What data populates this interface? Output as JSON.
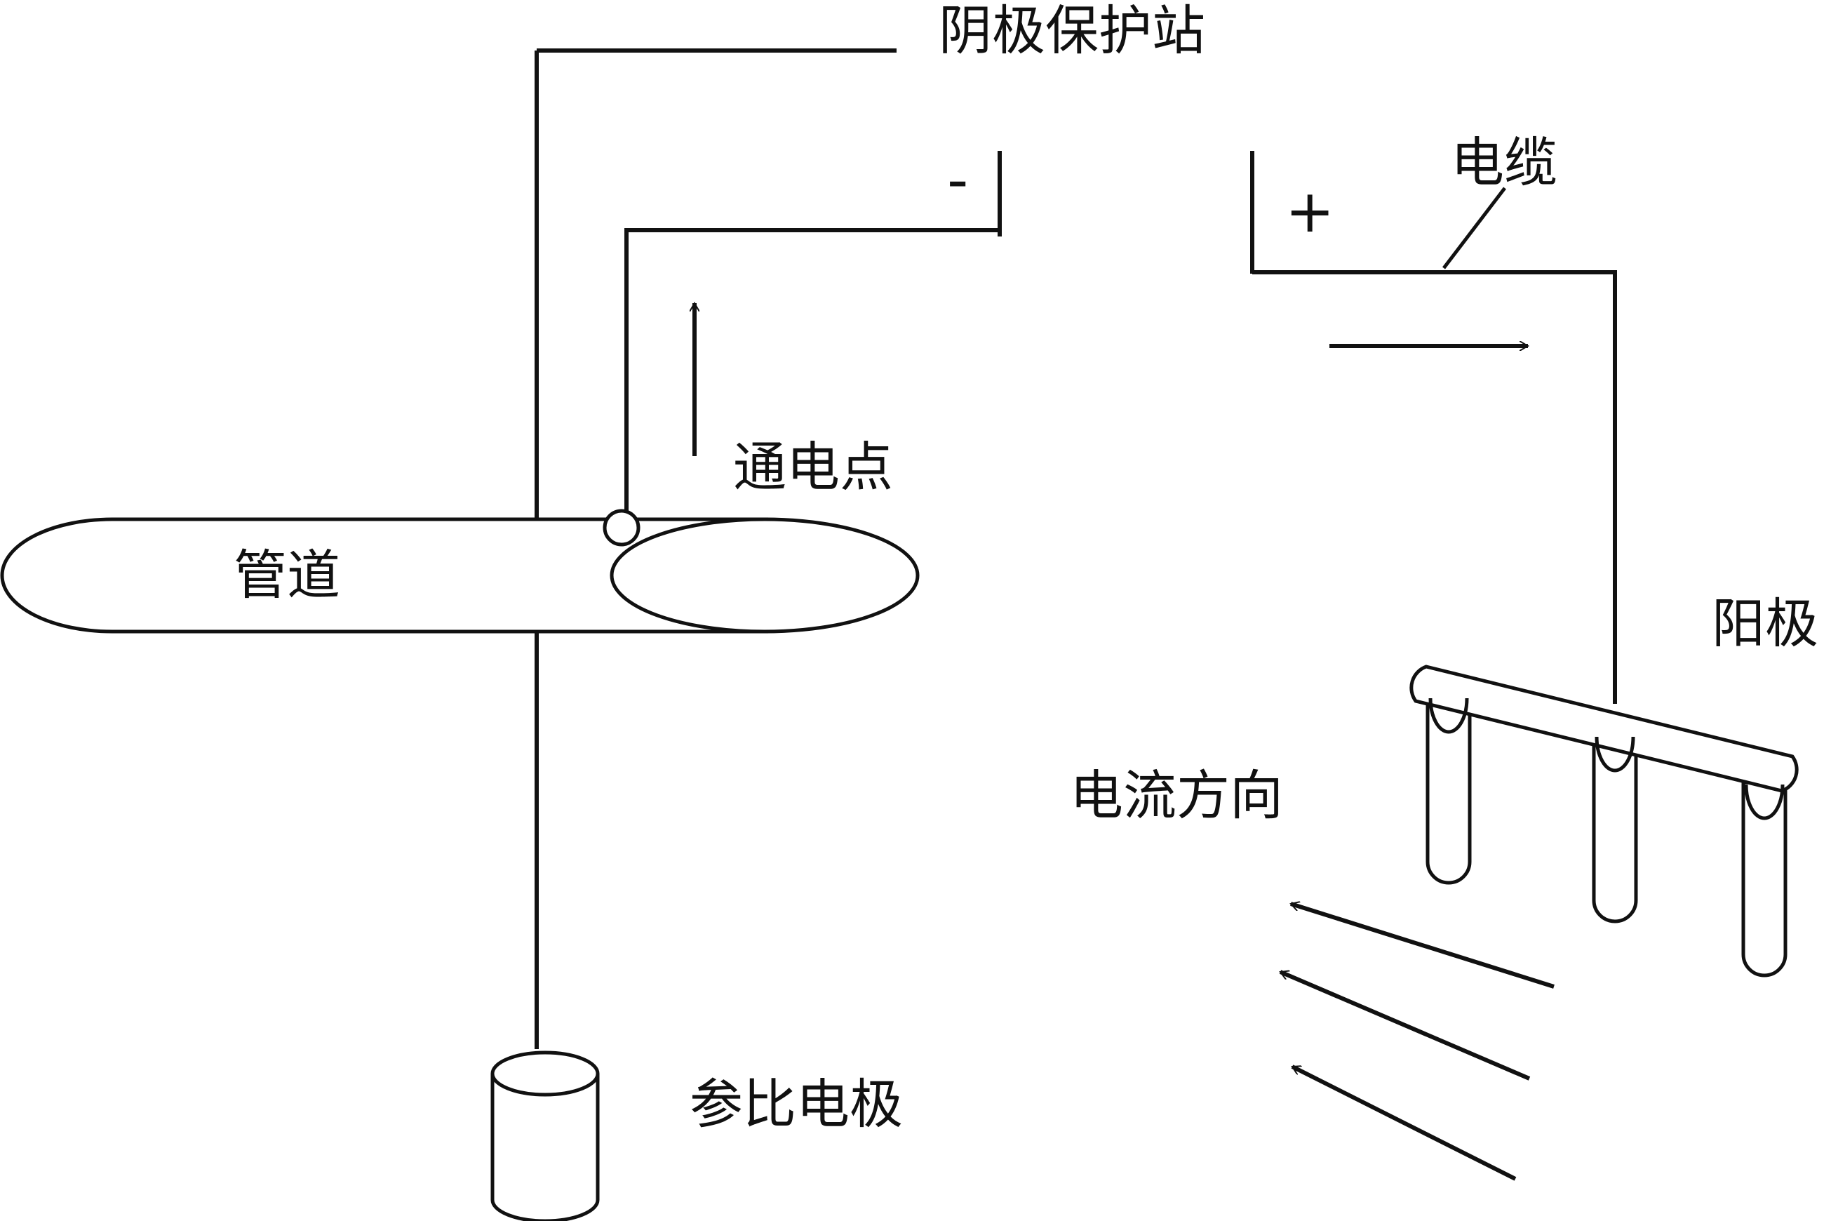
{
  "colors": {
    "stroke": "#111111",
    "background": "#ffffff"
  },
  "labels": {
    "station": "阴极保护站",
    "minus": "-",
    "plus": "+",
    "cable": "电缆",
    "energizing_point": "通电点",
    "pipeline": "管道",
    "anode": "阳极",
    "current_direction": "电流方向",
    "reference_electrode": "参比电极"
  }
}
